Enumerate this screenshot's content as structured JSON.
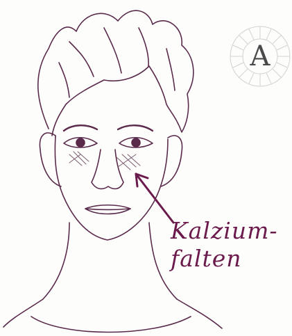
{
  "badge": {
    "letter": "A"
  },
  "label": {
    "line1": "Kalzium-",
    "line2": "falten"
  },
  "colors": {
    "ink": "#5a2a4a",
    "accent": "#6b1a4c",
    "badge": "#cfcfcf"
  }
}
